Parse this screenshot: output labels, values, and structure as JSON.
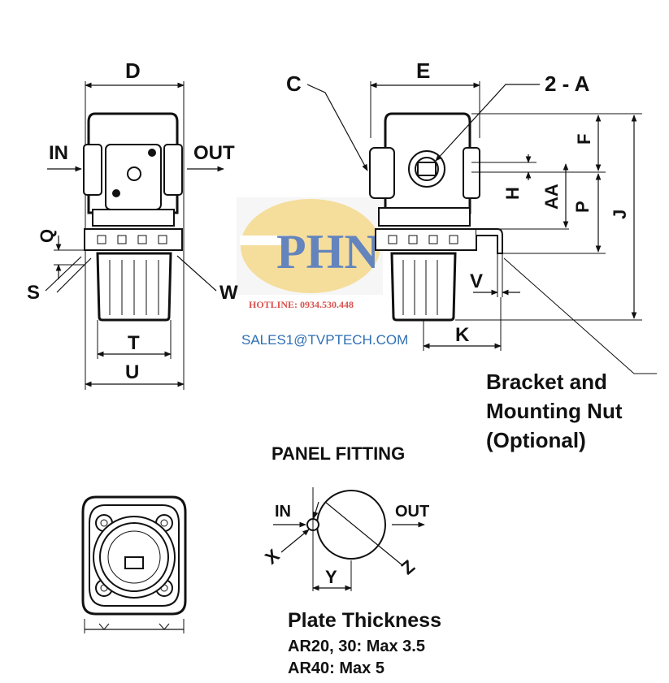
{
  "labels": {
    "d": "D",
    "e": "E",
    "c": "C",
    "two_a": "2 - A",
    "in1": "IN",
    "out1": "OUT",
    "in2": "IN",
    "out2": "OUT",
    "q": "Q",
    "s": "S",
    "w": "W",
    "t": "T",
    "u": "U",
    "f": "F",
    "h": "H",
    "aa": "AA",
    "p": "P",
    "j": "J",
    "v": "V",
    "k": "K",
    "x": "X",
    "y": "Y",
    "z": "Z"
  },
  "bracket_note": "Bracket and\nMounting Nut\n(Optional)",
  "panel_fitting_title": "PANEL FITTING",
  "plate": {
    "title": "Plate Thickness",
    "line1": "AR20, 30: Max 3.5",
    "line2": "AR40: Max 5"
  },
  "watermark": {
    "logo_text": "PHN",
    "hotline": "HOTLINE: 0934.530.448",
    "email": "SALES1@TVPTECH.COM",
    "colors": {
      "logo_gold": "#f2d27a",
      "logo_blue": "#2f5ca8",
      "hotline": "#d9534f",
      "email": "#2f6fb5"
    }
  }
}
